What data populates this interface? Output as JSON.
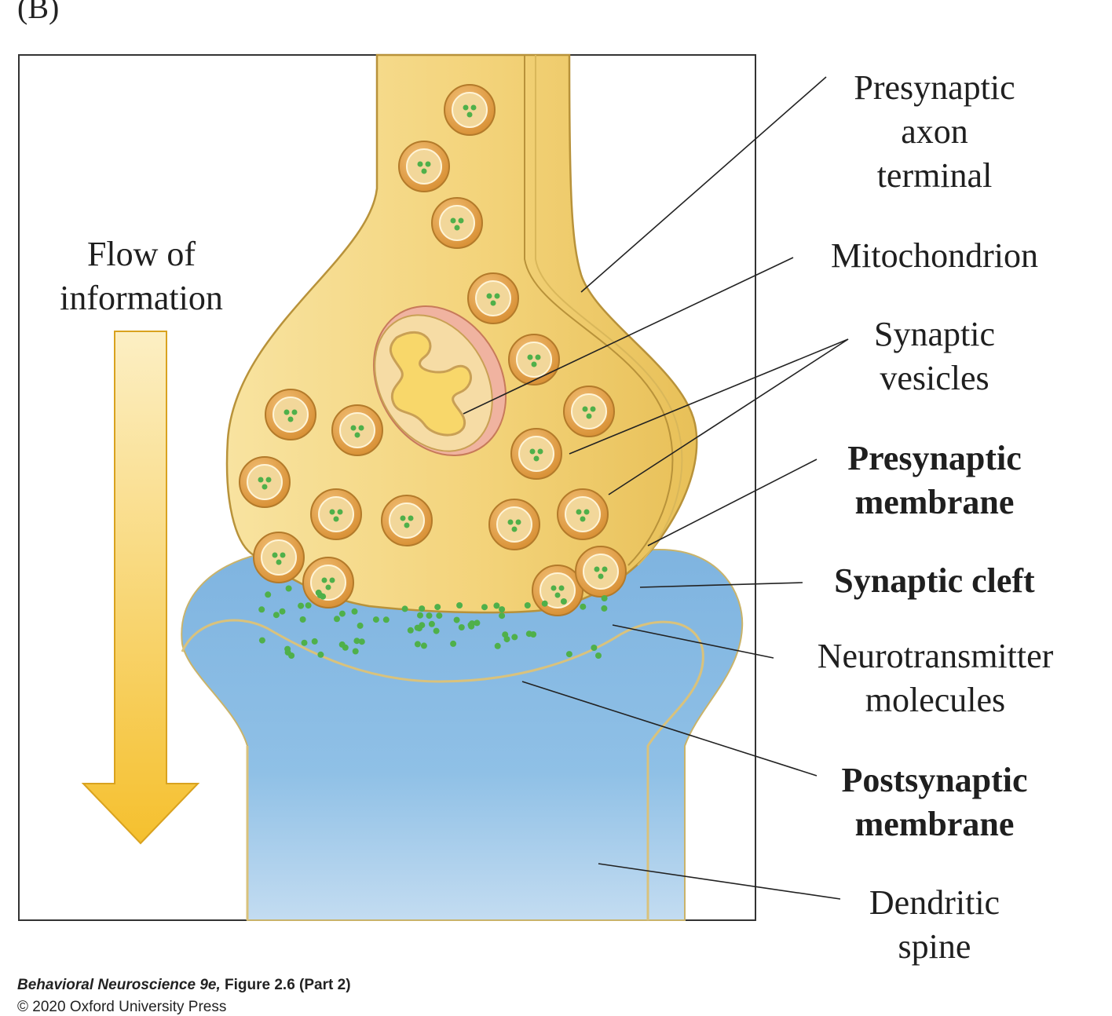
{
  "panel_letter": "(B)",
  "flow_label": {
    "line1": "Flow of",
    "line2": "information"
  },
  "labels": {
    "presynaptic_axon_terminal": {
      "line1": "Presynaptic",
      "line2": "axon",
      "line3": "terminal"
    },
    "mitochondrion": "Mitochondrion",
    "synaptic_vesicles": {
      "line1": "Synaptic",
      "line2": "vesicles"
    },
    "presynaptic_membrane": {
      "line1": "Presynaptic",
      "line2": "membrane"
    },
    "synaptic_cleft": "Synaptic cleft",
    "neurotransmitter_molecules": {
      "line1": "Neurotransmitter",
      "line2": "molecules"
    },
    "postsynaptic_membrane": {
      "line1": "Postsynaptic",
      "line2": "membrane"
    },
    "dendritic_spine": {
      "line1": "Dendritic",
      "line2": "spine"
    }
  },
  "caption": {
    "book": "Behavioral Neuroscience 9e,",
    "figure": " Figure 2.6 (Part 2)"
  },
  "copyright": "© 2020 Oxford University Press",
  "colors": {
    "axon_fill": "#f3d784",
    "axon_edge": "#c9a13e",
    "spine_fill": "#86b9e2",
    "spine_light": "#cfe3f3",
    "vesicle_fill": "#e3a64a",
    "neurotransmitter": "#4fb04a",
    "mitochondrion_outer": "#f2c9a8",
    "arrow_top": "#fbe9b6",
    "arrow_bottom": "#f5c02e"
  }
}
